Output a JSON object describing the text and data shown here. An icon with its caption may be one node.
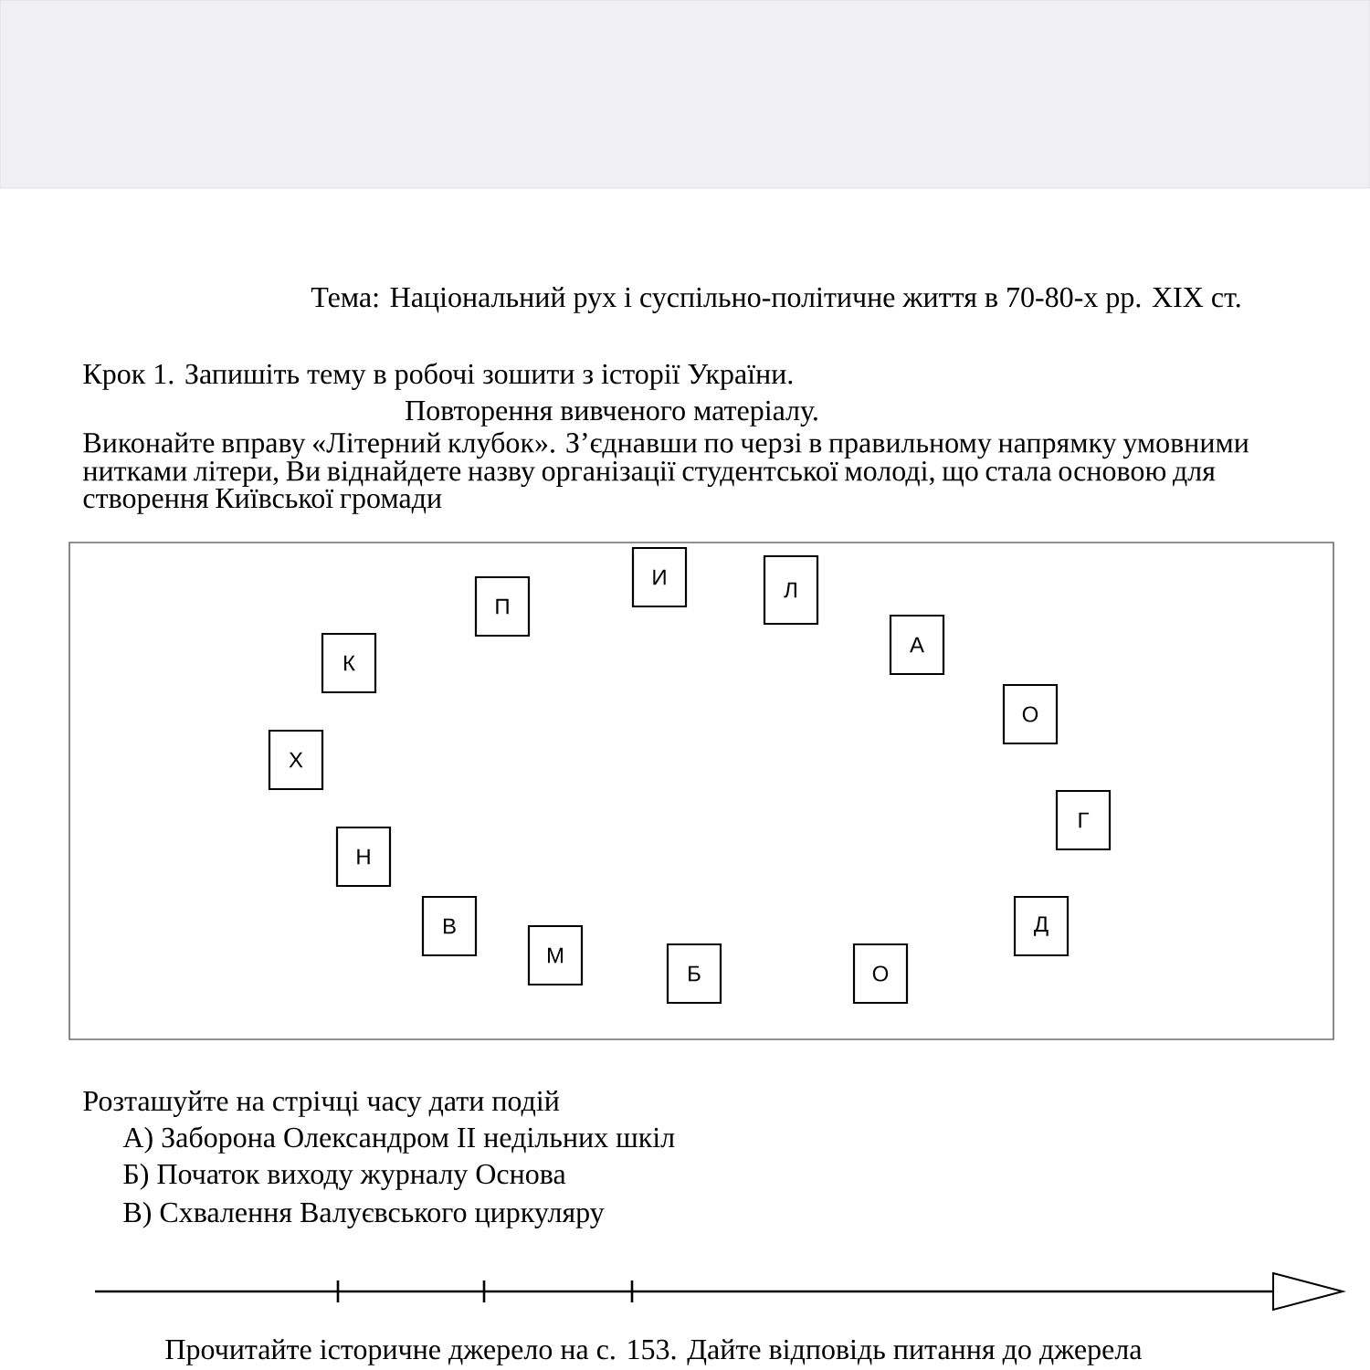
{
  "diagram": {
    "nodes": [
      {
        "text": [],
        "shape": "box"
      },
      {
        "text": [
          "И"
        ],
        "in": 0
      },
      {
        "text": [
          "Л"
        ],
        "in": 0
      },
      {
        "text": [
          "П"
        ],
        "in": 0
      },
      {
        "text": [
          "А"
        ],
        "in": 0
      },
      {
        "text": [
          "К"
        ],
        "in": 0
      },
      {
        "text": [
          "О"
        ],
        "in": 0
      },
      {
        "text": [
          "Х"
        ],
        "in": 0
      },
      {
        "text": [
          "Г"
        ],
        "in": 0
      },
      {
        "text": [
          "Н"
        ],
        "in": 0
      },
      {
        "text": [
          "В"
        ],
        "in": 0
      },
      {
        "text": [
          "Д"
        ],
        "in": 0
      },
      {
        "text": [
          "М"
        ],
        "in": 0
      },
      {
        "text": [
          "Б"
        ],
        "in": 0
      },
      {
        "text": [
          "О"
        ],
        "in": 0
      }
    ],
    "labels": [
      "Тема: Національний рух і суспільно-політичне життя в 70-80-х рр. XIX ст.",
      "Крок 1. Запишіть тему в робочі зошити з історії України.",
      "Повторення вивченого матеріалу.",
      "Виконайте вправу «Літерний клубок». З’єднавши по черзі в правильному напрямку умовними нитками літери, Ви віднайдете назву організації студентської молоді, що стала основою для створення Київської громади",
      "Розташуйте на стрічці часу дати подій",
      "А) Заборона Олександром II недільних шкіл",
      "Б) Початок виходу журналу Основа",
      "В) Схвалення Валуєвського циркуляру",
      "Прочитайте історичне джерело на с. 153. Дайте відповідь питання до джерела"
    ]
  }
}
